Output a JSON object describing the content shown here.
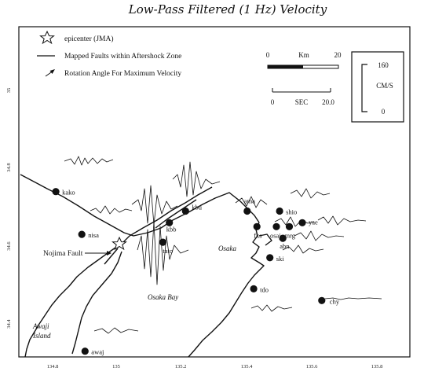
{
  "title": "Low-Pass Filtered (1 Hz) Velocity",
  "legend": {
    "epicenter": "epicenter (JMA)",
    "faults": "Mapped Faults within Aftershock Zone",
    "rotation": "Rotation Angle For Maximum Velocity"
  },
  "distance_scale": {
    "start": "0",
    "unit": "Km",
    "end": "20"
  },
  "time_scale": {
    "start": "0",
    "unit": "SEC",
    "end": "20.0"
  },
  "amplitude_scale": {
    "max": "160",
    "unit": "CM/S",
    "min": "0"
  },
  "axes": {
    "x_ticks": [
      "134.8",
      "135",
      "135.2",
      "135.4",
      "135.6",
      "135.8"
    ],
    "y_ticks": [
      "35",
      "34.8",
      "34.6",
      "34.4"
    ]
  },
  "place_labels": {
    "fault": "Nojima Fault",
    "city": "Osaka",
    "bay": "Osaka Bay",
    "island_line1": "Awaji",
    "island_line2": "Island"
  },
  "stations": [
    {
      "code": "kako",
      "lon": 134.81,
      "lat": 34.74,
      "amp": 0.1
    },
    {
      "code": "nisa",
      "lon": 134.89,
      "lat": 34.63,
      "amp": 0.12
    },
    {
      "code": "kbb",
      "lon": 135.16,
      "lat": 34.66,
      "amp": 0.3
    },
    {
      "code": "kbu",
      "lon": 135.21,
      "lat": 34.69,
      "amp": 0.45
    },
    {
      "code": "tato",
      "lon": 135.14,
      "lat": 34.61,
      "amp": 0.55
    },
    {
      "code": "ama",
      "lon": 135.4,
      "lat": 34.69,
      "amp": 0.15
    },
    {
      "code": "shio",
      "lon": 135.5,
      "lat": 34.69,
      "amp": 0.12
    },
    {
      "code": "fks",
      "lon": 135.43,
      "lat": 34.65,
      "amp": 0.18
    },
    {
      "code": "osaj",
      "lon": 135.49,
      "lat": 34.65,
      "amp": 0.12
    },
    {
      "code": "mrg",
      "lon": 135.53,
      "lat": 34.65,
      "amp": 0.1
    },
    {
      "code": "yae",
      "lon": 135.57,
      "lat": 34.66,
      "amp": 0.1
    },
    {
      "code": "abn",
      "lon": 135.51,
      "lat": 34.62,
      "amp": 0.12
    },
    {
      "code": "ski",
      "lon": 135.47,
      "lat": 34.57,
      "amp": 0.1
    },
    {
      "code": "tdo",
      "lon": 135.42,
      "lat": 34.49,
      "amp": 0.08
    },
    {
      "code": "chy",
      "lon": 135.63,
      "lat": 34.46,
      "amp": 0.05
    },
    {
      "code": "awaj",
      "lon": 134.9,
      "lat": 34.33,
      "amp": 0.06
    }
  ]
}
